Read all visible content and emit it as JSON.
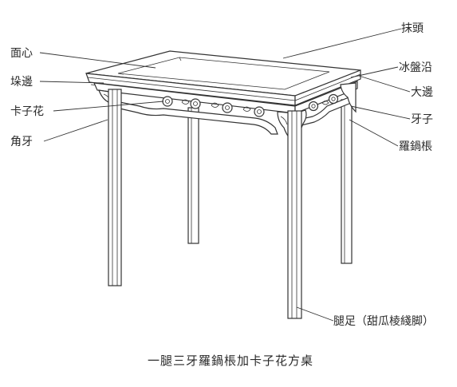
{
  "labels": {
    "left": [
      "面心",
      "垛邊",
      "卡子花",
      "角牙"
    ],
    "right": [
      "抹頭",
      "冰盤沿",
      "大邊",
      "牙子",
      "羅鍋棖"
    ],
    "leg": "腿足（甜瓜棱綫脚）"
  },
  "caption": "一腿三牙羅鍋棖加卡子花方桌",
  "colors": {
    "ink": "#333333",
    "background": "#ffffff"
  }
}
